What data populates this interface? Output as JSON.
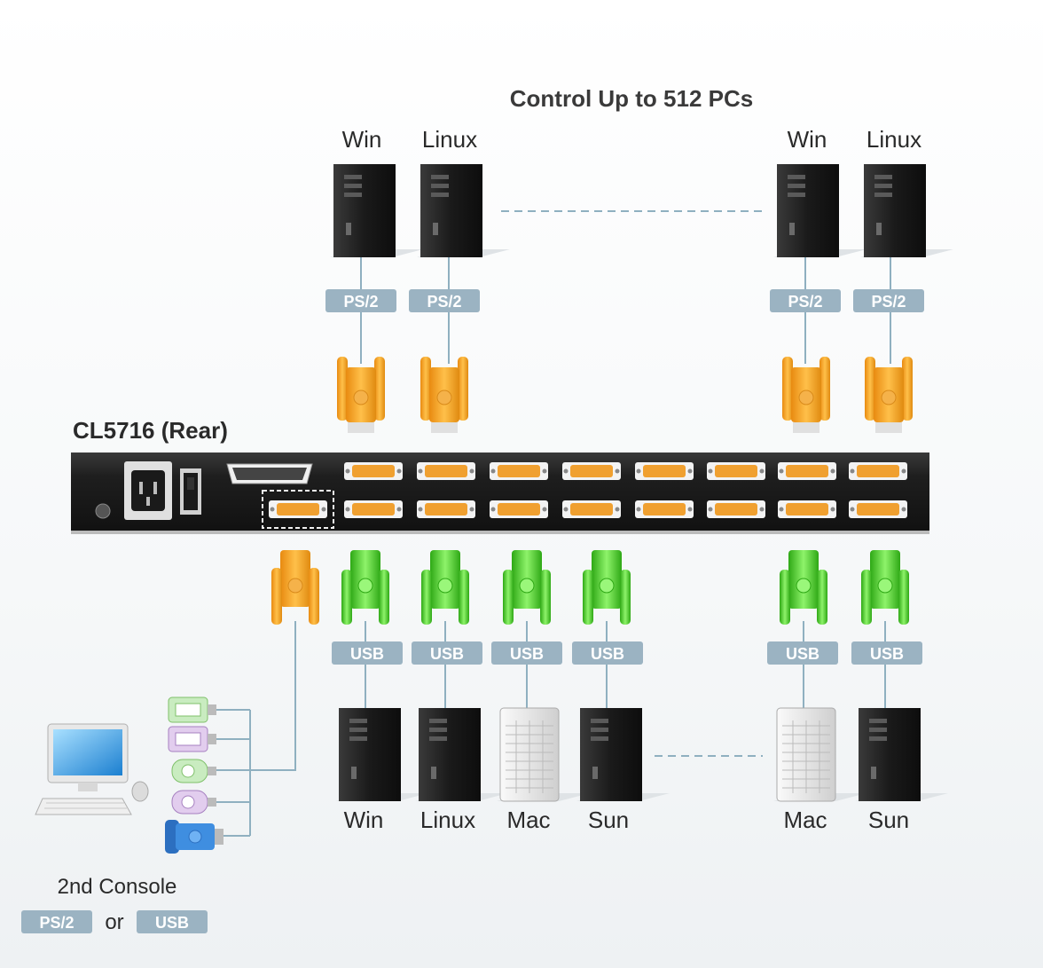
{
  "title": "Control Up to 512 PCs",
  "device_label": "CL5716 (Rear)",
  "top_computers": [
    {
      "os": "Win",
      "port": "PS/2"
    },
    {
      "os": "Linux",
      "port": "PS/2"
    },
    {
      "os": "Win",
      "port": "PS/2"
    },
    {
      "os": "Linux",
      "port": "PS/2"
    }
  ],
  "bottom_computers": [
    {
      "os": "Win",
      "port": "USB"
    },
    {
      "os": "Linux",
      "port": "USB"
    },
    {
      "os": "Mac",
      "port": "USB"
    },
    {
      "os": "Sun",
      "port": "USB"
    },
    {
      "os": "Mac",
      "port": "USB"
    },
    {
      "os": "Sun",
      "port": "USB"
    }
  ],
  "console": {
    "label": "2nd Console",
    "option_a": "PS/2",
    "or_text": "or",
    "option_b": "USB"
  },
  "colors": {
    "badge": "#9bb3c2",
    "panel": "#222222",
    "vga_orange": "#f0a030",
    "usb_green": "#55c93a",
    "tower": "#1c1c1c",
    "mac_tower": "#e8e8e8"
  }
}
